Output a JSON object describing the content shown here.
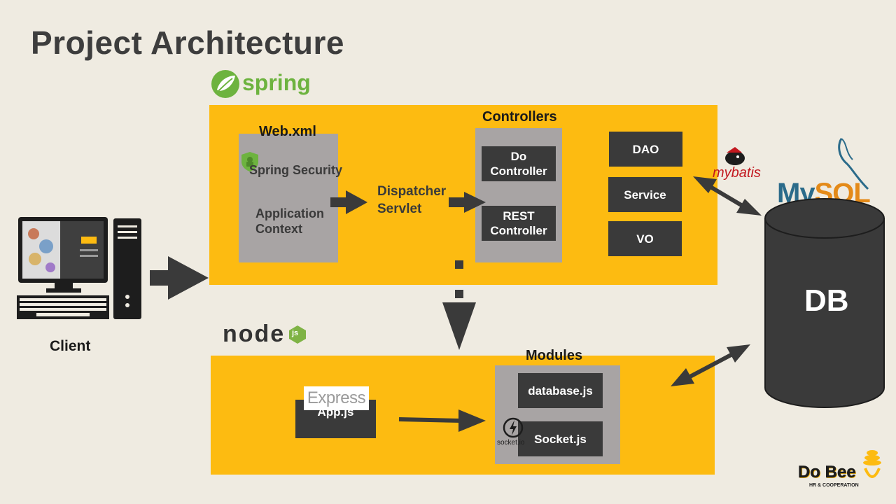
{
  "title": "Project Architecture",
  "spring": {
    "logo_text": "spring"
  },
  "node": {
    "logo_text": "node",
    "badge": "js"
  },
  "client": {
    "label": "Client"
  },
  "webxml": {
    "title": "Web.xml",
    "security": "Spring Security",
    "context": "Application Context"
  },
  "dispatcher": {
    "label": "Dispatcher Servlet"
  },
  "controllers": {
    "title": "Controllers",
    "do": "Do Controller",
    "rest": "REST Controller"
  },
  "layers": {
    "dao": "DAO",
    "service": "Service",
    "vo": "VO"
  },
  "mybatis": {
    "label": "mybatis"
  },
  "mysql": {
    "my": "My",
    "sql": "SQL"
  },
  "db": {
    "label": "DB"
  },
  "modules": {
    "title": "Modules",
    "database": "database.js",
    "socket": "Socket.js"
  },
  "express": {
    "label": "Express",
    "app": "App.js"
  },
  "socketio": {
    "label": "socket.io"
  },
  "brand": {
    "name": "Do Bee",
    "tagline": "HR & COOPERATION"
  },
  "colors": {
    "panel": "#fdbb11",
    "dark_box": "#3a3a3a",
    "gray_box": "#a8a4a4",
    "background": "#efebe1",
    "spring_green": "#6db33f"
  }
}
